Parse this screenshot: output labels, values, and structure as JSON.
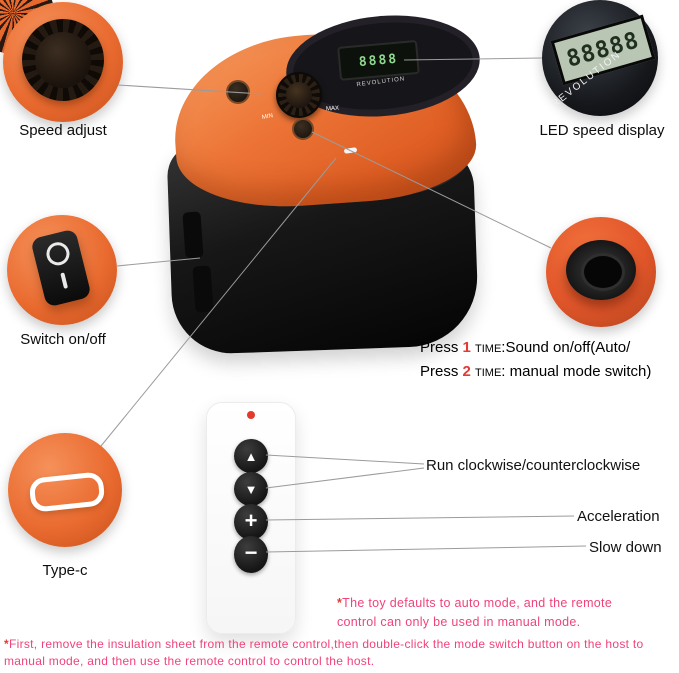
{
  "callouts": {
    "speed_adjust": {
      "label": "Speed adjust"
    },
    "led_display": {
      "label": "LED speed display",
      "lcd_digits": "88888",
      "badge": "REVOLUTION"
    },
    "power_switch": {
      "label": "Switch on/off"
    },
    "mode_button": {
      "line1": {
        "press": "Press",
        "num": "1",
        "time": "time:",
        "rest": "Sound on/off(Auto/"
      },
      "line2": {
        "press": "Press",
        "num": "2",
        "time": "time:",
        "rest": " manual mode switch)"
      }
    },
    "type_c": {
      "label": "Type-c"
    }
  },
  "device": {
    "lcd_digits": "8888",
    "badge": "REVOLUTION",
    "min": "MIN",
    "max": "MAX"
  },
  "remote": {
    "up_glyph": "▲",
    "down_glyph": "▼",
    "plus_glyph": "+",
    "minus_glyph": "−",
    "up_down_label": "Run clockwise/counterclockwise",
    "plus_label": "Acceleration",
    "minus_label": "Slow down"
  },
  "notes": {
    "remote_note_star": "*",
    "remote_note": "The toy defaults to auto mode, and the remote control can only be used in manual mode.",
    "bottom_note_star": "*",
    "bottom_note": "First, remove the insulation sheet from the remote control,then double-click the mode switch button on the host to manual mode, and then use the remote control to control the host."
  },
  "colors": {
    "accent_orange": "#e9692f",
    "body_black": "#141414",
    "note_pink": "#f0437a",
    "alert_red": "#e53935",
    "lcd_green": "#b9c6b4"
  }
}
